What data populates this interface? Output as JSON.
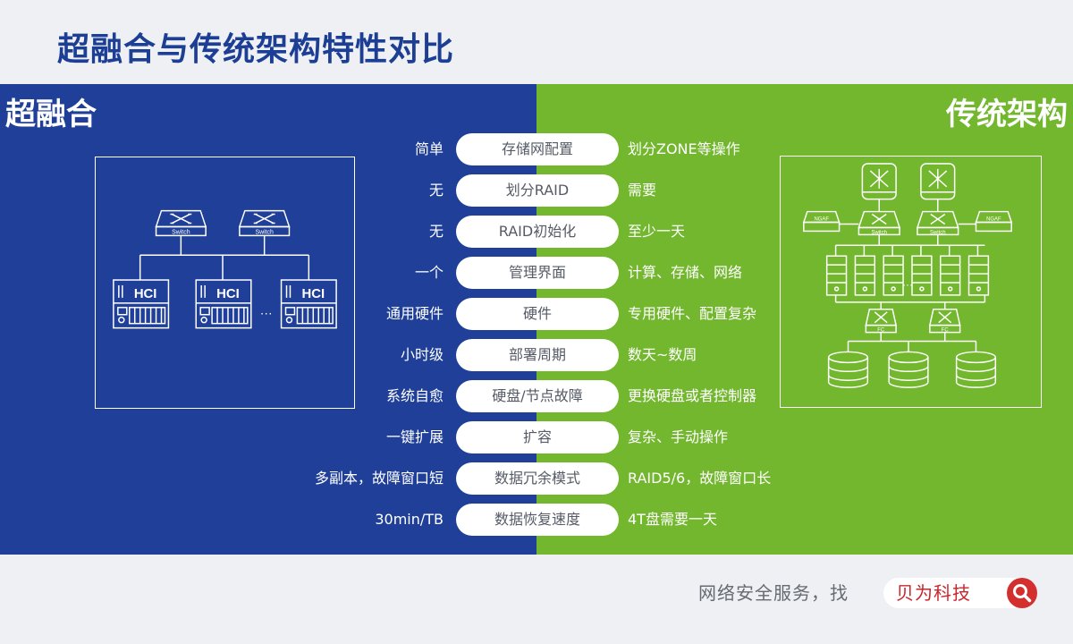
{
  "page": {
    "title": "超融合与传统架构特性对比"
  },
  "panels": {
    "left_heading": "超融合",
    "right_heading": "传统架构"
  },
  "left_diagram": {
    "switch_label": "Switch",
    "node_label": "HCI",
    "ellipsis": "···"
  },
  "right_diagram": {
    "firewall_label": "NGAF",
    "switch_label": "Switch",
    "fc_label": "FC",
    "ellipsis": "···"
  },
  "comparison": [
    {
      "left": "简单",
      "feature": "存储网配置",
      "right": "划分ZONE等操作"
    },
    {
      "left": "无",
      "feature": "划分RAID",
      "right": "需要"
    },
    {
      "left": "无",
      "feature": "RAID初始化",
      "right": "至少一天"
    },
    {
      "left": "一个",
      "feature": "管理界面",
      "right": "计算、存储、网络"
    },
    {
      "left": "通用硬件",
      "feature": "硬件",
      "right": "专用硬件、配置复杂"
    },
    {
      "left": "小时级",
      "feature": "部署周期",
      "right": "数天~数周"
    },
    {
      "left": "系统自愈",
      "feature": "硬盘/节点故障",
      "right": "更换硬盘或者控制器"
    },
    {
      "left": "一键扩展",
      "feature": "扩容",
      "right": "复杂、手动操作"
    },
    {
      "left": "多副本，故障窗口短",
      "feature": "数据冗余模式",
      "right": "RAID5/6，故障窗口长"
    },
    {
      "left": "30min/TB",
      "feature": "数据恢复速度",
      "right": "4T盘需要一天"
    }
  ],
  "footer": {
    "text": "网络安全服务，找",
    "brand": "贝为科技",
    "search_icon": "search-icon"
  },
  "colors": {
    "title": "#1c3e94",
    "left_panel": "#1f3f98",
    "right_panel": "#73b72f",
    "search_button": "#d32f2f",
    "brand": "#c9262c"
  }
}
